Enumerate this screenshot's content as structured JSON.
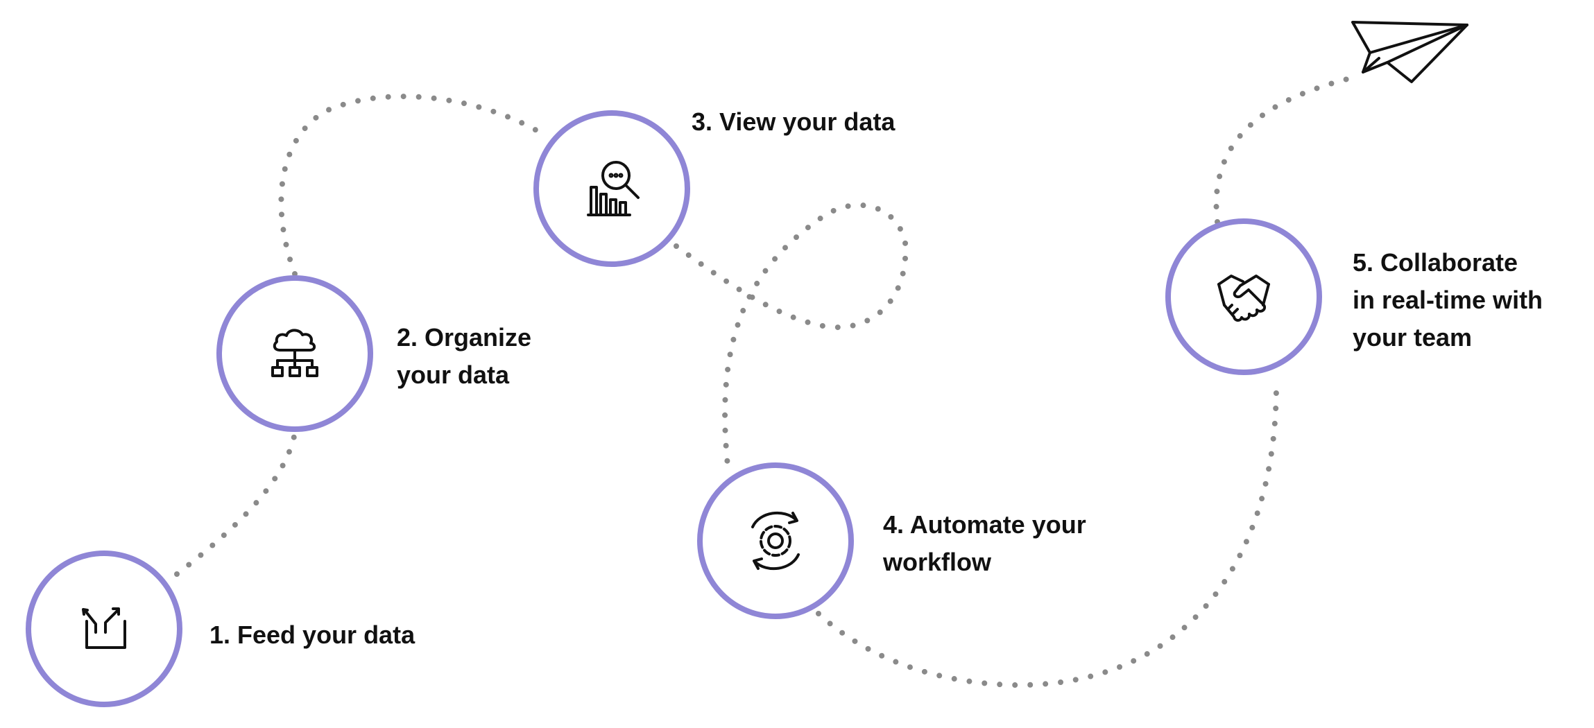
{
  "colors": {
    "ring": "#8f86d6",
    "path": "#8a8a8a",
    "text": "#111111",
    "background": "#ffffff"
  },
  "steps": [
    {
      "lines": [
        "1. Feed your data"
      ],
      "icon": "data-import-icon"
    },
    {
      "lines": [
        "2. Organize",
        "your data"
      ],
      "icon": "cloud-network-icon"
    },
    {
      "lines": [
        "3. View your data"
      ],
      "icon": "chart-search-icon"
    },
    {
      "lines": [
        "4. Automate your",
        "workflow"
      ],
      "icon": "gear-cycle-icon"
    },
    {
      "lines": [
        "5. Collaborate",
        "in real-time with",
        "your team"
      ],
      "icon": "handshake-icon"
    }
  ],
  "end_icon": "paper-plane-icon"
}
